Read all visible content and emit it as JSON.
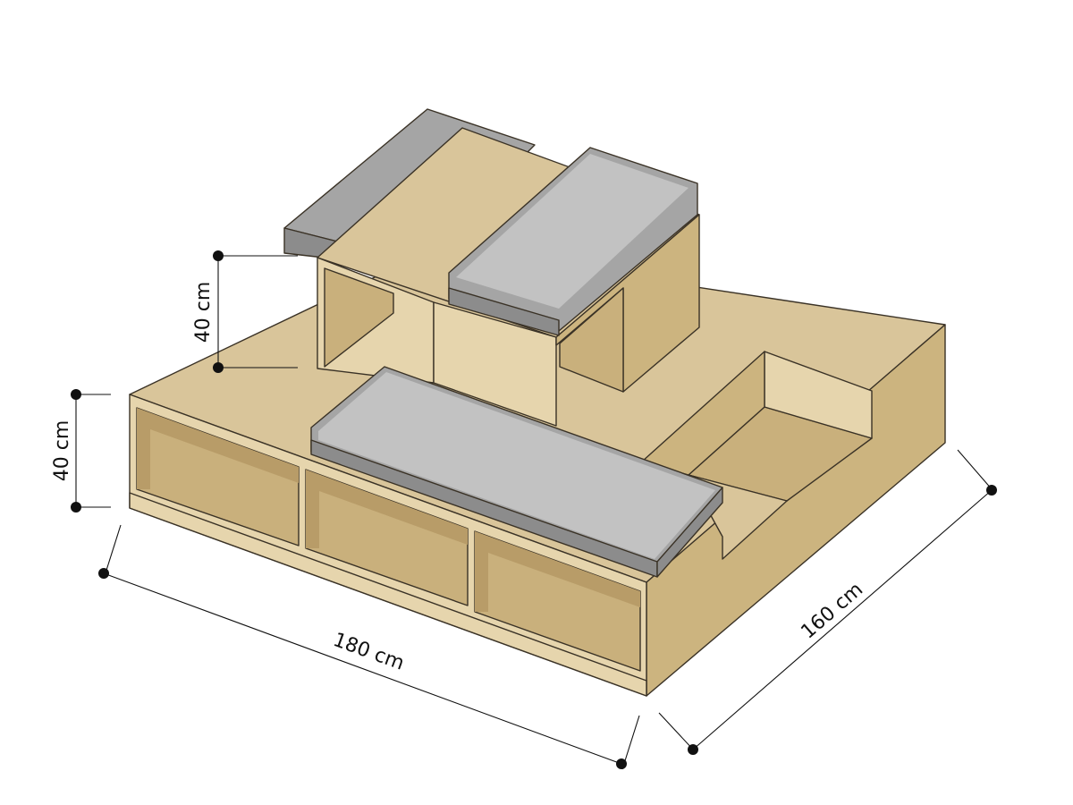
{
  "colors": {
    "plywood_top": "#d9c59a",
    "plywood_front": "#e6d5ad",
    "plywood_side": "#ccb47f",
    "plywood_inner": "#c9b07c",
    "plywood_dark": "#b89c68",
    "edge": "#3a3226",
    "cushion_top": "#a5a5a5",
    "cushion_side": "#8c8c8c",
    "cushion_highlight": "#c2c2c2",
    "dimension_line": "#111111",
    "background": "#ffffff"
  },
  "dimensions": {
    "width_label": "180 cm",
    "depth_label": "160 cm",
    "base_height_label": "40 cm",
    "upper_height_label": "40 cm"
  }
}
